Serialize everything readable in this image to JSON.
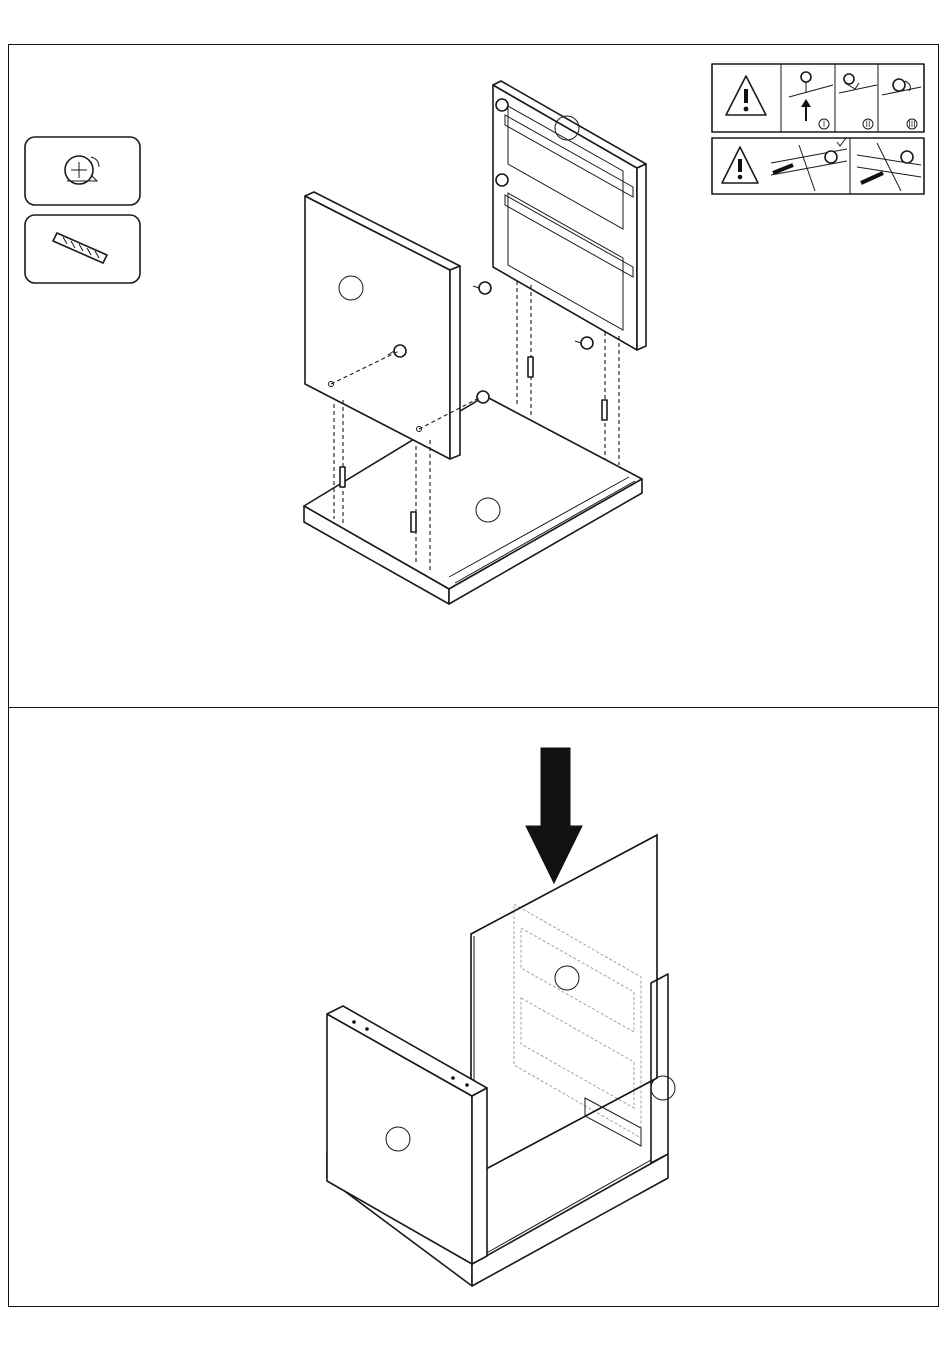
{
  "steps": [
    {
      "id": "step-1",
      "callouts": [
        "",
        "",
        ""
      ],
      "hardware": [
        "cam-lock-icon",
        "wooden-dowel-icon"
      ],
      "warnings": {
        "box_1_sub_labels": [
          "I",
          "II",
          "III"
        ]
      }
    },
    {
      "id": "step-2",
      "callouts": [
        "",
        "",
        ""
      ],
      "arrow": "down-arrow-icon"
    }
  ]
}
